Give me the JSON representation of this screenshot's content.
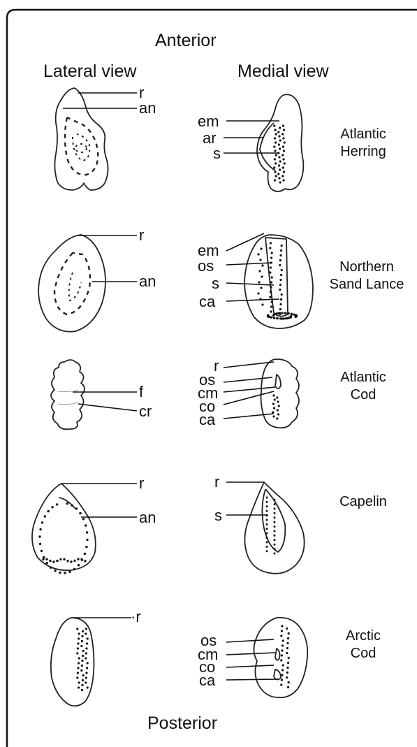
{
  "headings": {
    "top": "Anterior",
    "lateral": "Lateral view",
    "medial": "Medial view",
    "bottom": "Posterior"
  },
  "species": [
    {
      "line1": "Atlantic",
      "line2": "Herring"
    },
    {
      "line1": "Northern",
      "line2": "Sand Lance"
    },
    {
      "line1": "Atlantic",
      "line2": "Cod"
    },
    {
      "line1": "Capelin",
      "line2": ""
    },
    {
      "line1": "Arctic",
      "line2": "Cod"
    }
  ],
  "labels": {
    "herring": {
      "lateral": [
        "r",
        "an"
      ],
      "medial": [
        "em",
        "ar",
        "s"
      ]
    },
    "sandlance": {
      "lateral": [
        "r",
        "an"
      ],
      "medial": [
        "em",
        "os",
        "s",
        "ca"
      ]
    },
    "atlcod": {
      "lateral": [
        "f",
        "cr"
      ],
      "medial": [
        "r",
        "os",
        "cm",
        "co",
        "ca"
      ]
    },
    "capelin": {
      "lateral": [
        "r",
        "an"
      ],
      "medial": [
        "r",
        "s"
      ]
    },
    "arcticcod": {
      "lateral": [
        "·r"
      ],
      "medial": [
        "os",
        "cm",
        "co",
        "ca"
      ]
    }
  }
}
